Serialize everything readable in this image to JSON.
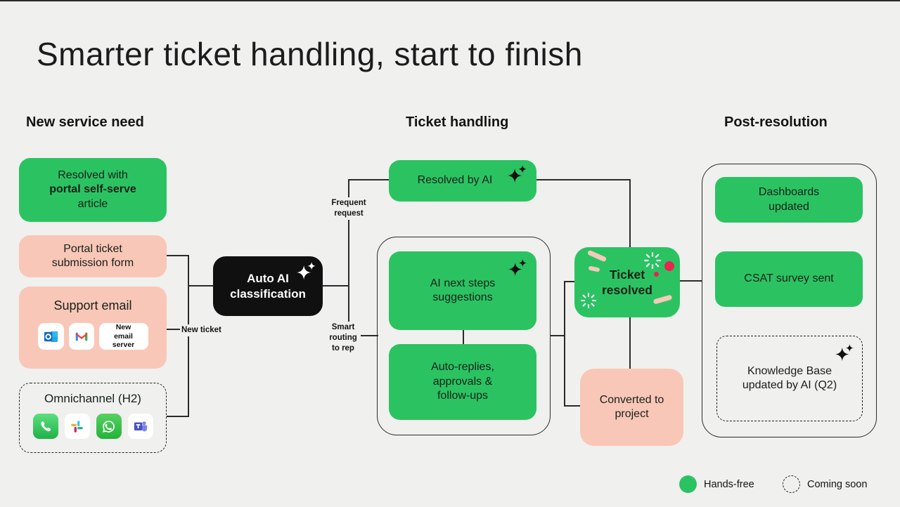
{
  "title": "Smarter ticket handling, start to finish",
  "columns": {
    "left": "New service need",
    "middle": "Ticket handling",
    "right": "Post-resolution"
  },
  "nodes": {
    "resolved_portal": {
      "line1": "Resolved with",
      "line2_bold": "portal self-serve",
      "line3": "article"
    },
    "portal_ticket_form": "Portal ticket submission form",
    "support_email": {
      "title": "Support email",
      "new_email_server": "New email server",
      "icons": [
        "outlook-icon",
        "gmail-icon"
      ]
    },
    "omnichannel": {
      "title": "Omnichannel (H2)",
      "icons": [
        "phone-icon",
        "slack-icon",
        "whatsapp-icon",
        "teams-icon"
      ]
    },
    "auto_ai_classification": {
      "line1": "Auto AI",
      "line2": "classification"
    },
    "resolved_by_ai": "Resolved by AI",
    "ai_next_steps": "AI next steps suggestions",
    "auto_replies": "Auto-replies, approvals & follow-ups",
    "ticket_resolved": {
      "line1": "Ticket",
      "line2": "resolved"
    },
    "converted_to_project": "Converted to project",
    "dashboards_updated": "Dashboards updated",
    "csat_survey": "CSAT survey sent",
    "knowledge_base": "Knowledge Base updated by AI (Q2)"
  },
  "edge_labels": {
    "new_ticket": "New ticket",
    "frequent_request": "Frequent request",
    "smart_routing": "Smart routing to rep"
  },
  "legend": {
    "hands_free": "Hands-free",
    "coming_soon": "Coming soon"
  },
  "colors": {
    "background": "#f0f0ee",
    "green": "#2bc362",
    "pink": "#f9c7b7",
    "black_node": "#101010",
    "line": "#2b2b2b",
    "confetti_red": "#e8244f",
    "confetti_pink": "#f6c9ba"
  }
}
